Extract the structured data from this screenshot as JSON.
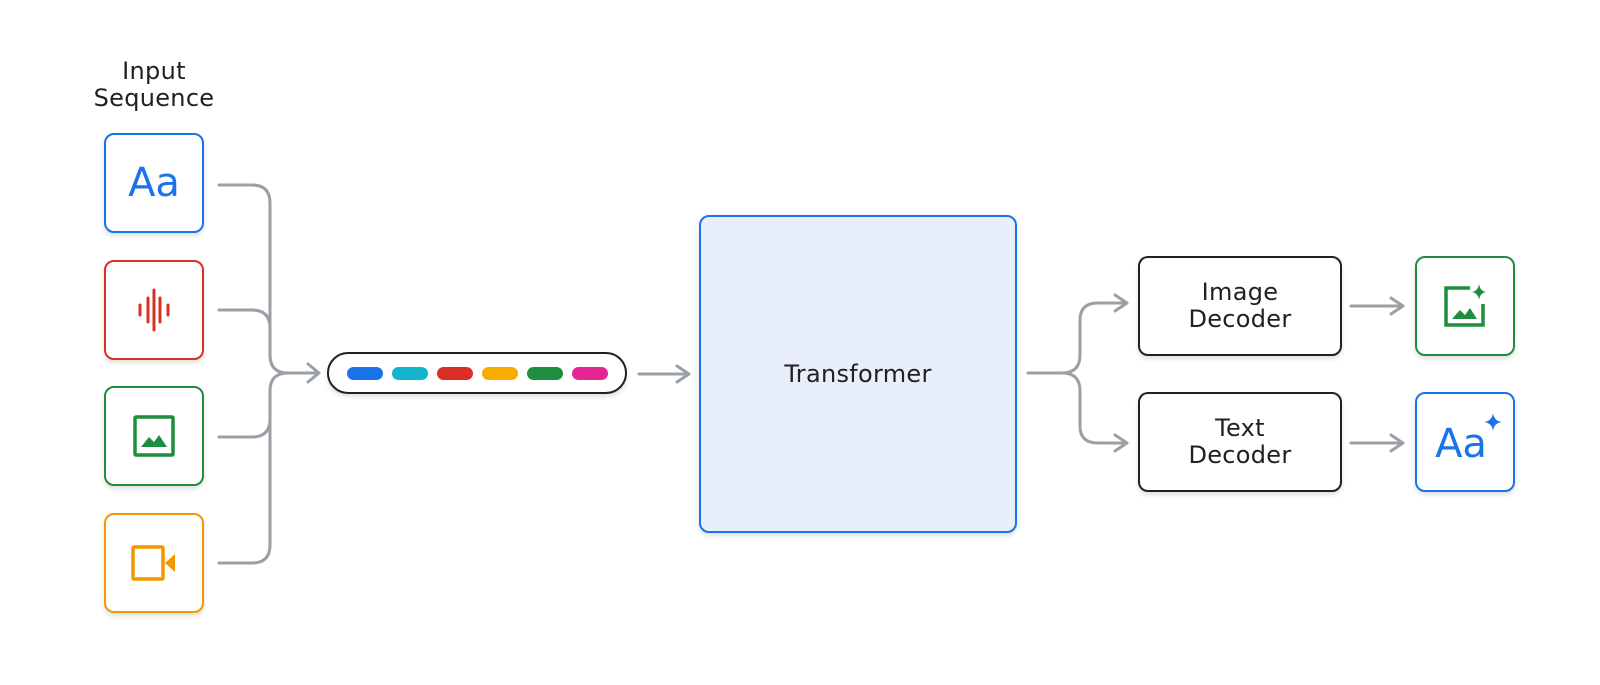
{
  "input": {
    "title": "Input\nSequence",
    "text_glyph": "Aa"
  },
  "transformer": {
    "label": "Transformer"
  },
  "decoders": {
    "image": {
      "label": "Image\nDecoder"
    },
    "text": {
      "label": "Text\nDecoder"
    }
  },
  "output": {
    "text_glyph": "Aa"
  },
  "colors": {
    "blue": "#1a73e8",
    "red": "#d93025",
    "green": "#1e8e3e",
    "orange": "#f29900",
    "cyan": "#12b5cb",
    "yellow": "#f9ab00",
    "pink": "#e52592",
    "wire": "#9aa0a6",
    "transformer_fill": "#e8effb"
  },
  "tokens": [
    "blue",
    "cyan",
    "red",
    "yellow",
    "green",
    "pink"
  ],
  "icons": {
    "input": [
      "text-icon",
      "audio-waveform-icon",
      "image-icon",
      "video-icon"
    ],
    "output": [
      "generated-image-icon",
      "generated-text-icon"
    ]
  }
}
